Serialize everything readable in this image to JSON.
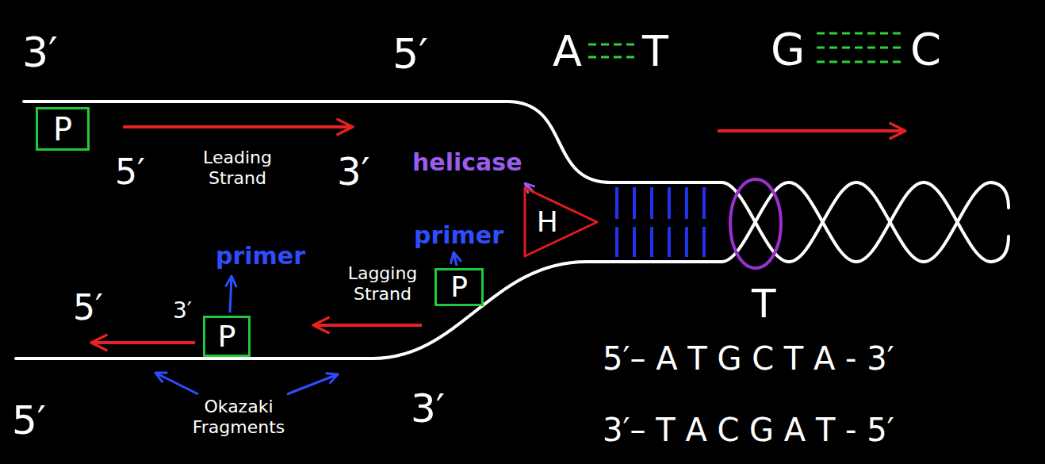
{
  "diagram": {
    "nodes": [
      {
        "text": [
          "P"
        ]
      },
      {
        "text": [
          "H"
        ]
      },
      {
        "text": [
          "P"
        ]
      },
      {
        "text": [
          "P"
        ]
      }
    ],
    "labels": [
      "3′",
      "5′",
      "A",
      "T",
      "G",
      "C",
      "helicase",
      "5′",
      "Leading Strand",
      "3′",
      "primer",
      "Lagging Strand",
      "primer",
      "5′",
      "3′",
      "T",
      "5′– A T G C T A - 3′",
      "3′– T A C G A T - 5′",
      "5′",
      "Okazaki Fragments",
      "3′"
    ]
  }
}
